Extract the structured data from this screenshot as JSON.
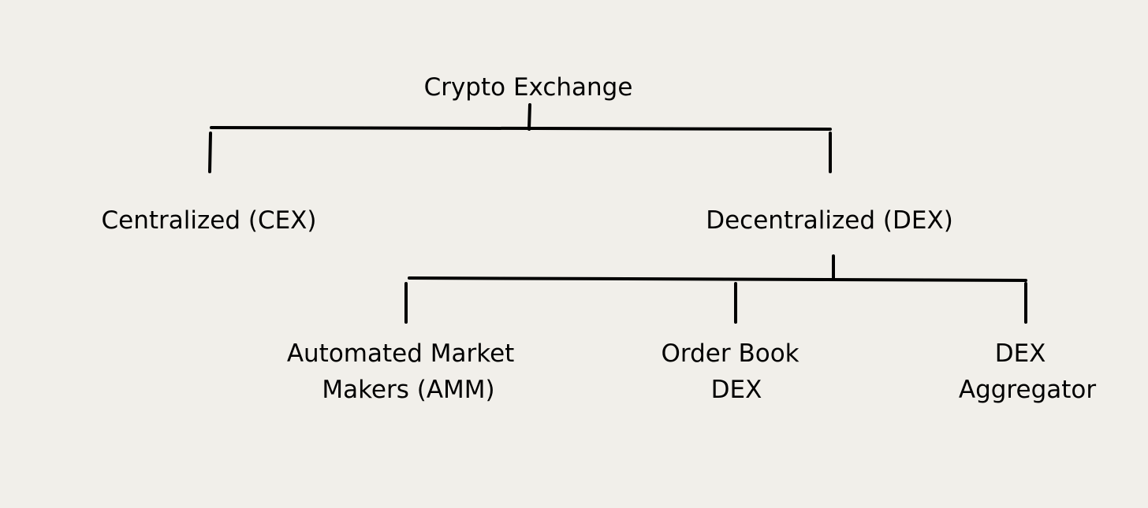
{
  "diagram": {
    "root": "Crypto Exchange",
    "centralized": "Centralized (CEX)",
    "decentralized": "Decentralized (DEX)",
    "amm": [
      "Automated Market",
      "Makers (AMM)"
    ],
    "order_book": [
      "Order Book",
      "DEX"
    ],
    "aggregator": [
      "DEX",
      "Aggregator"
    ],
    "line_color": "#000000",
    "background": "#f1efea"
  }
}
